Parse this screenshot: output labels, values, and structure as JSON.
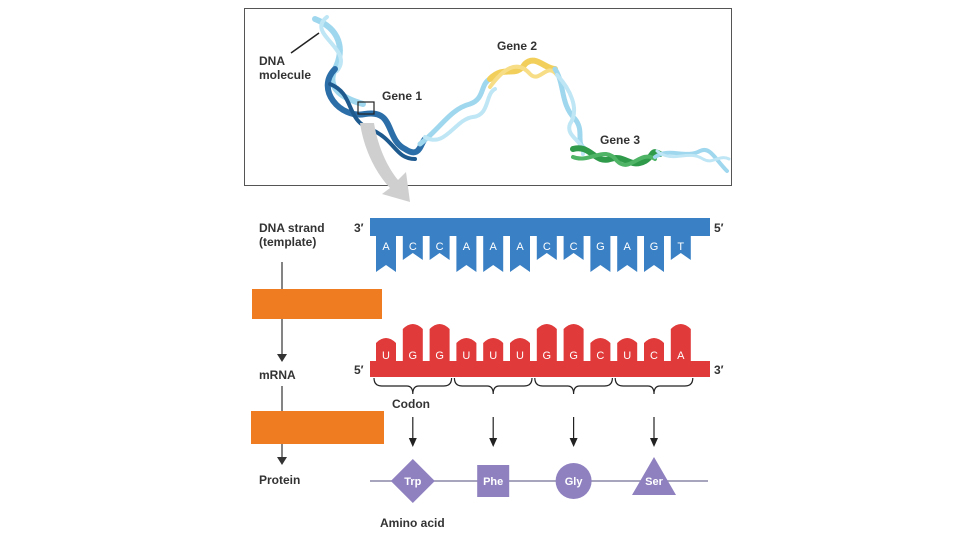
{
  "dna_panel": {
    "molecule_label_line1": "DNA",
    "molecule_label_line2": "molecule",
    "gene1": "Gene 1",
    "gene2": "Gene 2",
    "gene3": "Gene 3"
  },
  "left_labels": {
    "dna_strand_line1": "DNA strand",
    "dna_strand_line2": "(template)",
    "mrna": "mRNA",
    "protein": "Protein"
  },
  "dna_strand": {
    "left_end": "3′",
    "right_end": "5′",
    "bases": [
      "A",
      "C",
      "C",
      "A",
      "A",
      "A",
      "C",
      "C",
      "G",
      "A",
      "G",
      "T"
    ]
  },
  "mrna": {
    "left_end": "5′",
    "right_end": "3′",
    "bases": [
      "U",
      "G",
      "G",
      "U",
      "U",
      "U",
      "G",
      "G",
      "C",
      "U",
      "C",
      "A"
    ]
  },
  "codon_label": "Codon",
  "amino_acids": [
    {
      "name": "Trp",
      "shape": "diamond"
    },
    {
      "name": "Phe",
      "shape": "square"
    },
    {
      "name": "Gly",
      "shape": "circle"
    },
    {
      "name": "Ser",
      "shape": "triangle"
    }
  ],
  "amino_acid_label": "Amino acid",
  "colors": {
    "dna_blue": "#3a80c4",
    "mrna_red": "#e03a3a",
    "amino_purple": "#8f80c0",
    "orange_box": "#f07c22",
    "gene1_dark_blue": "#2c6fa8",
    "gene2_yellow": "#f2cf5b",
    "gene3_green": "#2e9a4a",
    "light_blue": "#9fd7ee"
  }
}
